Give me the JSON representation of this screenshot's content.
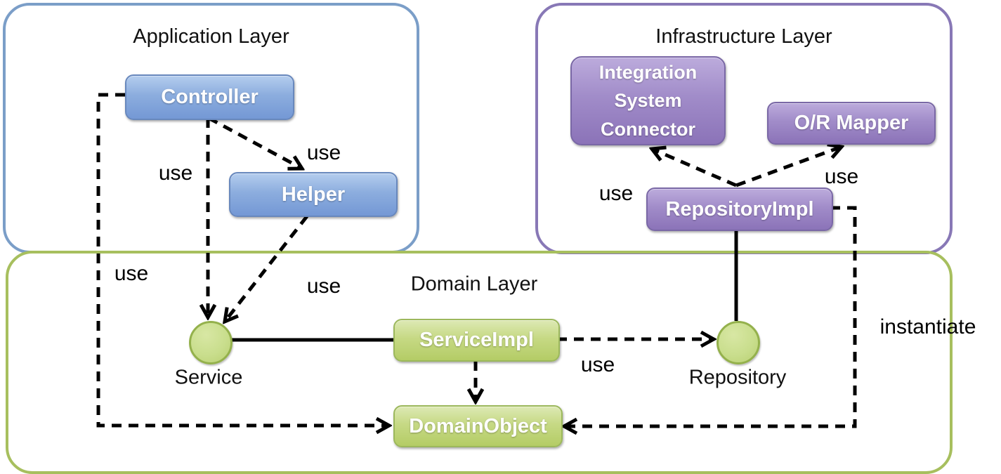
{
  "diagram": {
    "layers": {
      "application": {
        "title": "Application Layer"
      },
      "infrastructure": {
        "title": "Infrastructure Layer"
      },
      "domain": {
        "title": "Domain Layer"
      }
    },
    "nodes": {
      "controller": {
        "label": "Controller"
      },
      "helper": {
        "label": "Helper"
      },
      "integration_system_connector": {
        "label": "Integration System Connector"
      },
      "or_mapper": {
        "label": "O/R Mapper"
      },
      "repository_impl": {
        "label": "RepositoryImpl"
      },
      "service_impl": {
        "label": "ServiceImpl"
      },
      "domain_object": {
        "label": "DomainObject"
      }
    },
    "interfaces": {
      "service": {
        "label": "Service"
      },
      "repository": {
        "label": "Repository"
      }
    },
    "edge_labels": {
      "use": "use",
      "instantiate": "instantiate"
    },
    "colors": {
      "application_accent": "#7b9ec8",
      "application_node_top": "#b4cdee",
      "application_node_bottom": "#7498d5",
      "infrastructure_accent": "#8878b6",
      "infrastructure_node_top": "#bcabdc",
      "infrastructure_node_bottom": "#8b73b8",
      "domain_accent": "#a7bf5e",
      "domain_node_top": "#dde9b4",
      "domain_node_bottom": "#b4cc66",
      "interface_fill": "#c9de8d",
      "edge_color": "#000000"
    }
  }
}
